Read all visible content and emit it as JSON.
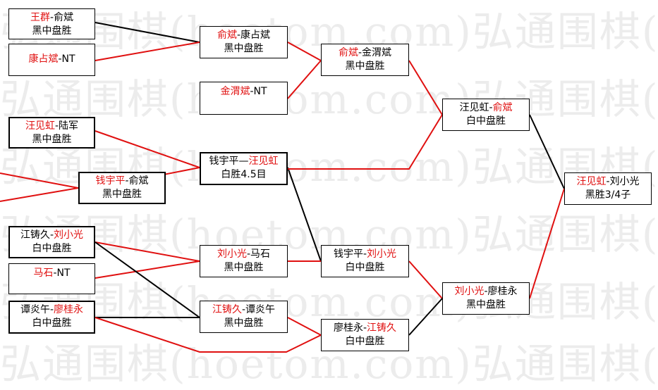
{
  "watermark": {
    "lines": [
      "弘通围棋(hoetom.com)弘通围棋(",
      "弘通围棋(hoetom.com)弘通围棋(hoetom.com)",
      "弘通围棋(hoetom.com)弘通围棋(hoetom.com)",
      "弘通围棋(hoetom.com)弘通围棋(hoetom.com)",
      "弘通围棋(hoetom.com)弘通围棋(hoetom.com)",
      "弘通围棋(hoetom.com)弘通围棋(hoetom.com)"
    ]
  },
  "colors": {
    "winner": "#e01010",
    "loser_line": "#000000",
    "winner_line": "#e01010"
  },
  "matches": {
    "r1_1": {
      "a": "王群",
      "sep": "-",
      "b": "俞斌",
      "winner": "a",
      "result": "黑中盘胜"
    },
    "r1_2": {
      "a": "康占斌",
      "sep": "-",
      "b": "NT",
      "winner": "a",
      "result": ""
    },
    "r1_3": {
      "a": "汪见虹",
      "sep": "-",
      "b": "陆军",
      "winner": "a",
      "result": "黑中盘胜"
    },
    "r1_4": {
      "a": "钱宇平",
      "sep": "-",
      "b": "俞斌",
      "winner": "a",
      "result": "黑中盘胜"
    },
    "r1_5": {
      "a": "江铸久",
      "sep": "-",
      "b": "刘小光",
      "winner": "b",
      "result": "白中盘胜"
    },
    "r1_6": {
      "a": "马石",
      "sep": "-",
      "b": "NT",
      "winner": "a",
      "result": ""
    },
    "r1_7": {
      "a": "谭炎午",
      "sep": "-",
      "b": "廖桂永",
      "winner": "b",
      "result": "白中盘胜"
    },
    "r2_1": {
      "a": "俞斌",
      "sep": "-",
      "b": "康占斌",
      "winner": "a",
      "result": "黑中盘胜"
    },
    "r2_2": {
      "a": "金渭斌",
      "sep": "-",
      "b": "NT",
      "winner": "a",
      "result": ""
    },
    "r2_3": {
      "a": "钱宇平",
      "sep": "—",
      "b": "汪见虹",
      "winner": "b",
      "result": "白胜4.5目"
    },
    "r2_4": {
      "a": "刘小光",
      "sep": "-",
      "b": "马石",
      "winner": "a",
      "result": "黑中盘胜"
    },
    "r2_5": {
      "a": "江铸久",
      "sep": "-",
      "b": "谭炎午",
      "winner": "a",
      "result": "黑中盘胜"
    },
    "r3_1": {
      "a": "俞斌",
      "sep": "-",
      "b": "金渭斌",
      "winner": "a",
      "result": "黑中盘胜"
    },
    "r3_2": {
      "a": "钱宇平",
      "sep": "-",
      "b": "刘小光",
      "winner": "b",
      "result": "白中盘胜"
    },
    "r3_3": {
      "a": "廖桂永",
      "sep": "-",
      "b": "江铸久",
      "winner": "b",
      "result": "白中盘胜"
    },
    "r4_1": {
      "a": "汪见虹",
      "sep": "-",
      "b": "俞斌",
      "winner": "b",
      "result": "白中盘胜"
    },
    "r4_2": {
      "a": "刘小光",
      "sep": "-",
      "b": "廖桂永",
      "winner": "a",
      "result": "黑中盘胜"
    },
    "final": {
      "a": "汪见虹",
      "sep": "-",
      "b": "刘小光",
      "winner": "a",
      "result": "黑胜3/4子"
    }
  }
}
